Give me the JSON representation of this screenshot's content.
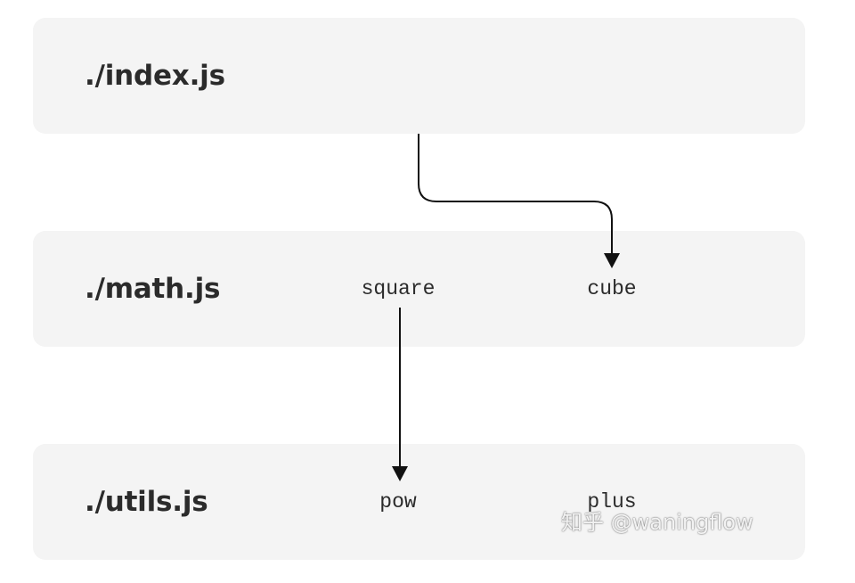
{
  "modules": {
    "index": {
      "name": "./index.js"
    },
    "math": {
      "name": "./math.js",
      "exports": {
        "square": "square",
        "cube": "cube"
      }
    },
    "utils": {
      "name": "./utils.js",
      "exports": {
        "pow": "pow",
        "plus": "plus"
      }
    }
  },
  "watermark": "知乎 @waningflow",
  "colors": {
    "box_background": "#f4f4f4",
    "text": "#2b2b2b",
    "arrow": "#111111"
  }
}
